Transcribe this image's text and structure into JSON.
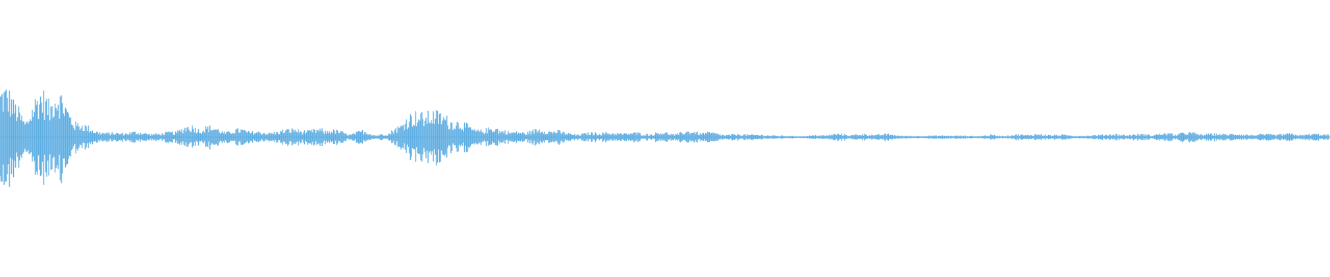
{
  "waveform": {
    "color": "#5dade2",
    "background": "#ffffff",
    "envelope": [
      0.98,
      0.45,
      0.3,
      0.55,
      0.7,
      0.4,
      0.22,
      0.12,
      0.08,
      0.08,
      0.1,
      0.07,
      0.05,
      0.1,
      0.14,
      0.15,
      0.12,
      0.09,
      0.12,
      0.1,
      0.08,
      0.13,
      0.16,
      0.1,
      0.14,
      0.09,
      0.05,
      0.08,
      0.04,
      0.05,
      0.28,
      0.4,
      0.48,
      0.42,
      0.3,
      0.18,
      0.1,
      0.16,
      0.06,
      0.08,
      0.1,
      0.12,
      0.07,
      0.05,
      0.08,
      0.09,
      0.07,
      0.08,
      0.05,
      0.07,
      0.05,
      0.07,
      0.08,
      0.06,
      0.04,
      0.05,
      0.05,
      0.04,
      0.03,
      0.02,
      0.02,
      0.03,
      0.04,
      0.04,
      0.04,
      0.04,
      0.05,
      0.03,
      0.02,
      0.03,
      0.03,
      0.03,
      0.02,
      0.02,
      0.03,
      0.02,
      0.04,
      0.04,
      0.04,
      0.04,
      0.03,
      0.03,
      0.05,
      0.05,
      0.04,
      0.04,
      0.04,
      0.05,
      0.06,
      0.06,
      0.05,
      0.06,
      0.06,
      0.05,
      0.05,
      0.05,
      0.05,
      0.04,
      0.04,
      0.05
    ]
  }
}
